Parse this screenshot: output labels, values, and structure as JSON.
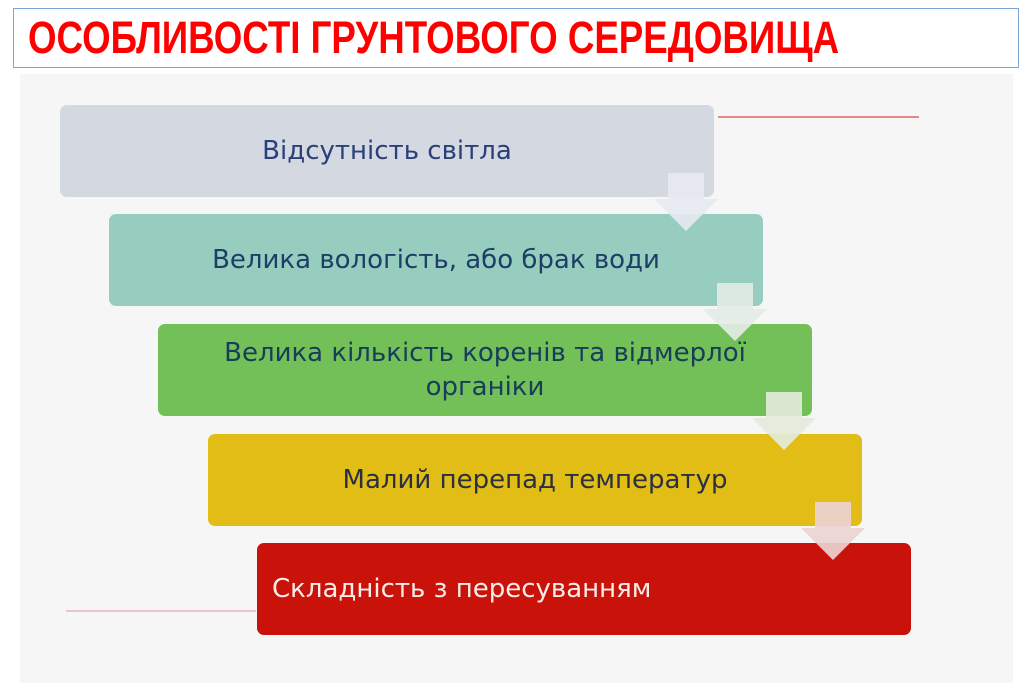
{
  "title": "ОСОБЛИВОСТІ ГРУНТОВОГО СЕРЕДОВИЩА",
  "colors": {
    "title": "#ff0000",
    "title_border": "#7aa6d6",
    "background": "#f6f6f7",
    "accent_line": "#e28a8a"
  },
  "steps": [
    {
      "label": "Відсутність світла",
      "bg": "#d3d8e1",
      "fg": "#2b3f78"
    },
    {
      "label": "Велика вологість, або брак води",
      "bg": "#96cdbf",
      "fg": "#1e3e66"
    },
    {
      "label": "Велика кількість коренів та відмерлої органіки",
      "bg": "#72c057",
      "fg": "#173d5a"
    },
    {
      "label": "Малий перепад температур",
      "bg": "#e1bd16",
      "fg": "#2a3040"
    },
    {
      "label": "Складність з пересуванням",
      "bg": "#c9120a",
      "fg": "#fbece8"
    }
  ],
  "arrows": [
    {
      "name": "arrow-down-icon",
      "color": "#e6e9f0"
    },
    {
      "name": "arrow-down-icon",
      "color": "#e2ebe4"
    },
    {
      "name": "arrow-down-icon",
      "color": "#e3eadb"
    },
    {
      "name": "arrow-down-icon",
      "color": "#ecd2d2"
    }
  ]
}
